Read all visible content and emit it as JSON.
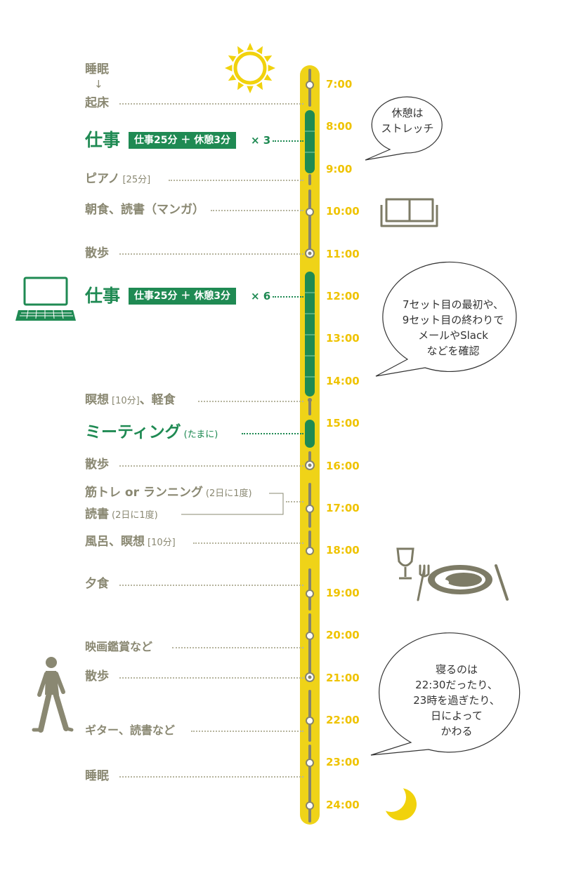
{
  "timeline": {
    "labels": [
      "7:00",
      "8:00",
      "9:00",
      "10:00",
      "11:00",
      "12:00",
      "13:00",
      "14:00",
      "15:00",
      "16:00",
      "17:00",
      "18:00",
      "19:00",
      "20:00",
      "21:00",
      "22:00",
      "23:00",
      "24:00"
    ]
  },
  "activities": {
    "sleep_top": "睡眠",
    "arrow": "↓",
    "wake": "起床",
    "work1": "仕事",
    "work1_pill": "仕事25分 ＋ 休憩3分",
    "work1_mult": "× 3",
    "piano": "ピアノ",
    "piano_sub": "[25分]",
    "breakfast": "朝食、読書（マンガ）",
    "walk1": "散歩",
    "work2": "仕事",
    "work2_pill": "仕事25分 ＋ 休憩3分",
    "work2_mult": "× 6",
    "meditation": "瞑想",
    "meditation_sub": "[10分]",
    "light_meal": "、軽食",
    "meeting": "ミーティング",
    "meeting_sub": "(たまに)",
    "walk2": "散歩",
    "training": "筋トレ or ランニング",
    "training_sub": "(2日に1度)",
    "reading": "読書",
    "reading_sub": "(2日に1度)",
    "bath": "風呂、瞑想",
    "bath_sub": "[10分]",
    "dinner": "夕食",
    "movie": "映画鑑賞など",
    "walk3": "散歩",
    "guitar": "ギター、読書など",
    "sleep_bottom": "睡眠"
  },
  "bubbles": {
    "b1": [
      "休憩は",
      "ストレッチ"
    ],
    "b2": [
      "7セット目の最初や、",
      "9セット目の終わりで",
      "メールやSlack",
      "などを確認"
    ],
    "b3": [
      "寝るのは",
      "22:30だったり、",
      "23時を過ぎたり、",
      "日によって",
      "かわる"
    ]
  },
  "icons": [
    "sun-icon",
    "book-icon",
    "laptop-icon",
    "wine-glass-icon",
    "fork-icon",
    "plate-icon",
    "knife-icon",
    "walking-person-icon",
    "moon-icon"
  ],
  "colors": {
    "timeline_yellow": "#efd318",
    "work_green": "#1f8a53",
    "text_gray": "#8a8872",
    "time_label": "#efc300",
    "icon_gray": "#7d7b66",
    "icon_yellow": "#f1d20c"
  }
}
